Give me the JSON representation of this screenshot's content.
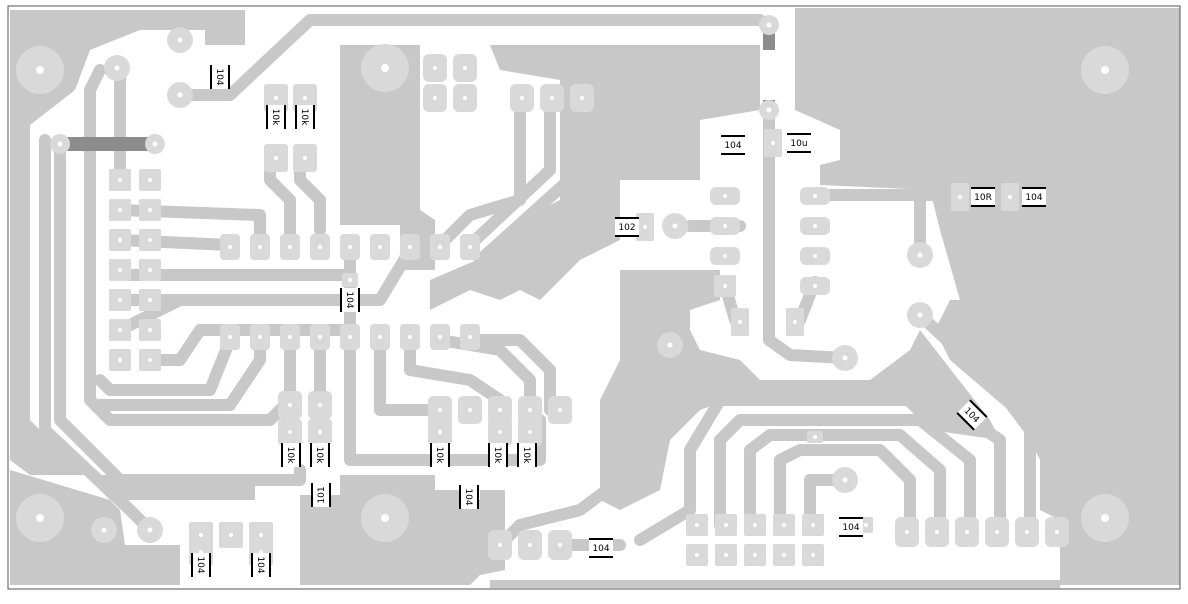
{
  "board": {
    "title": "PCB copper layout",
    "colors": {
      "copper": "#c8c8c8",
      "pad": "#d9d9d9",
      "substrate": "#ffffff",
      "jumper": "#8c8c8c",
      "silkscreen": "#000000"
    }
  },
  "labels": [
    {
      "id": "c-top-left",
      "text": "104"
    },
    {
      "id": "r-top-1",
      "text": "10k"
    },
    {
      "id": "r-top-2",
      "text": "10k"
    },
    {
      "id": "c-ic",
      "text": "104"
    },
    {
      "id": "c-reg",
      "text": "104"
    },
    {
      "id": "c-elec",
      "text": "10u"
    },
    {
      "id": "r-10r",
      "text": "10R"
    },
    {
      "id": "c-right",
      "text": "104"
    },
    {
      "id": "c-102",
      "text": "102"
    },
    {
      "id": "c-diag",
      "text": "104"
    },
    {
      "id": "r-bot-1",
      "text": "10k"
    },
    {
      "id": "r-bot-2",
      "text": "10k"
    },
    {
      "id": "r-bot-3",
      "text": "10k"
    },
    {
      "id": "r-bot-4",
      "text": "10k"
    },
    {
      "id": "r-bot-5",
      "text": "10k"
    },
    {
      "id": "c-101",
      "text": "101"
    },
    {
      "id": "c-bot-mid",
      "text": "104"
    },
    {
      "id": "c-bot-l1",
      "text": "104"
    },
    {
      "id": "c-bot-l2",
      "text": "104"
    },
    {
      "id": "c-bot-conn",
      "text": "104"
    },
    {
      "id": "c-bot-right",
      "text": "104"
    }
  ]
}
